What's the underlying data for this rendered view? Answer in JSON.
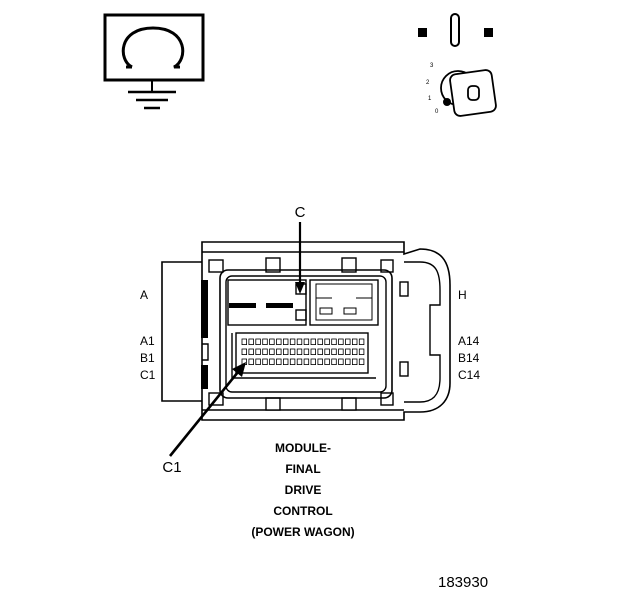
{
  "connector": {
    "callout_top": "C",
    "callout_bottom": "C1",
    "row_left_top": "A",
    "row_right_top": "H",
    "pins_left": [
      "A1",
      "B1",
      "C1"
    ],
    "pins_right": [
      "A14",
      "B14",
      "C14"
    ]
  },
  "caption": {
    "lines": [
      "MODULE-",
      "FINAL",
      "DRIVE",
      "CONTROL",
      "(POWER WAGON)"
    ]
  },
  "ignition": {
    "positions": [
      "3",
      "2",
      "1",
      "0"
    ]
  },
  "figure_number": "183930",
  "colors": {
    "ink": "#000000",
    "paper": "#ffffff"
  },
  "icons": [
    "ground-symbol-icon",
    "ignition-run-icon",
    "ignition-key-icon"
  ]
}
